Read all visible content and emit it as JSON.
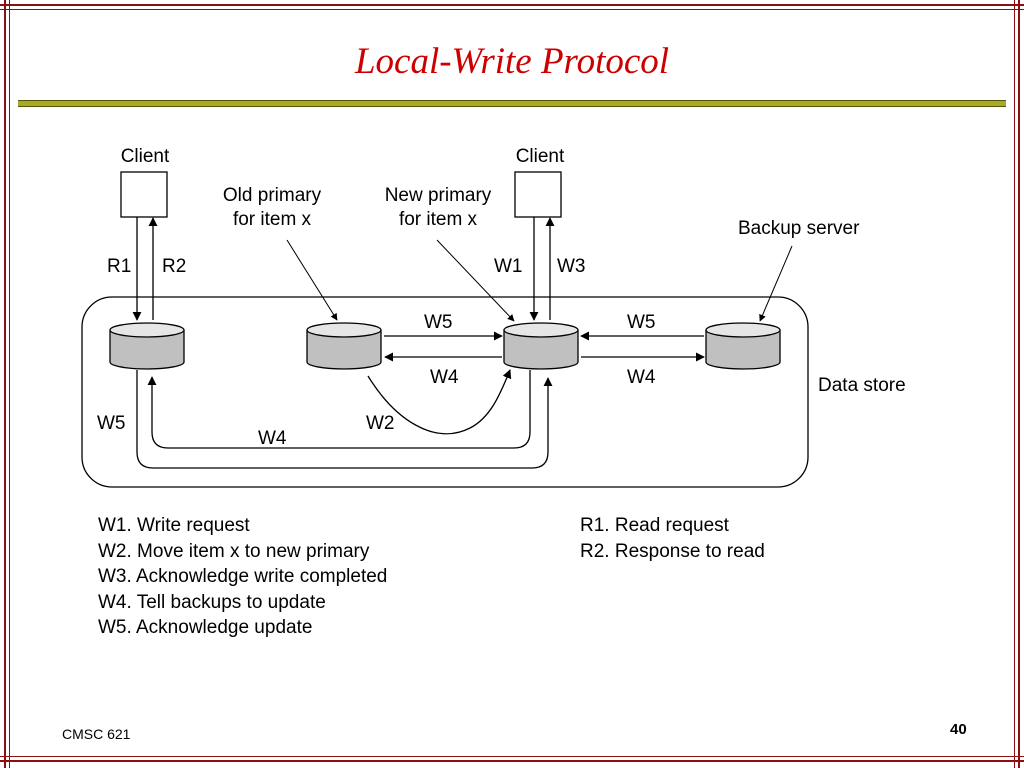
{
  "slide": {
    "title": "Local-Write Protocol",
    "footer_course": "CMSC 621",
    "page_number": "40"
  },
  "diagram": {
    "client_left": "Client",
    "client_right": "Client",
    "old_primary_line1": "Old primary",
    "old_primary_line2": "for item x",
    "new_primary_line1": "New primary",
    "new_primary_line2": "for item x",
    "backup_server": "Backup server",
    "data_store": "Data store",
    "label_r1": "R1",
    "label_r2": "R2",
    "label_w1": "W1",
    "label_w3": "W3",
    "label_w5_top_mid": "W5",
    "label_w4_mid": "W4",
    "label_w5_top_right": "W5",
    "label_w4_right": "W4",
    "label_w5_left": "W5",
    "label_w4_bottom": "W4",
    "label_w2": "W2"
  },
  "legend_left": [
    "W1. Write request",
    "W2. Move item x to new primary",
    "W3. Acknowledge write completed",
    "W4. Tell backups to update",
    "W5. Acknowledge update"
  ],
  "legend_right": [
    "R1. Read request",
    "R2. Response to read"
  ],
  "colors": {
    "frame": "#8b1010",
    "title": "#cc0000",
    "rule": "#aaaa22",
    "server_fill": "#c0c0c0"
  }
}
